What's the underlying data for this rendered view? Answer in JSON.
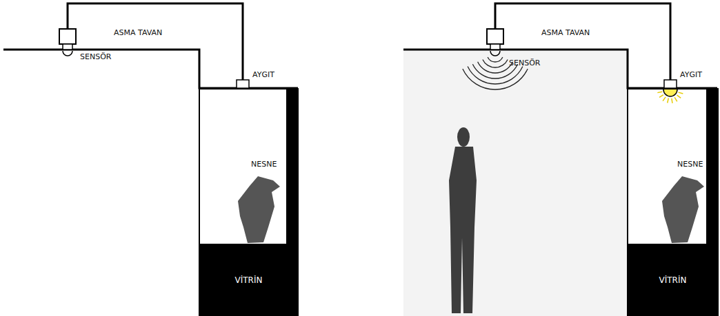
{
  "diagram": {
    "nodes": [
      {
        "text": [
          "VİTRİN"
        ]
      },
      {
        "text": [
          "VİTRİN"
        ]
      }
    ],
    "labels": [
      "ASMA TAVAN",
      "SENSÖR",
      "AYGIT",
      "NESNE",
      "ASMA TAVAN",
      "SENSÖR",
      "AYGIT",
      "NESNE"
    ]
  }
}
